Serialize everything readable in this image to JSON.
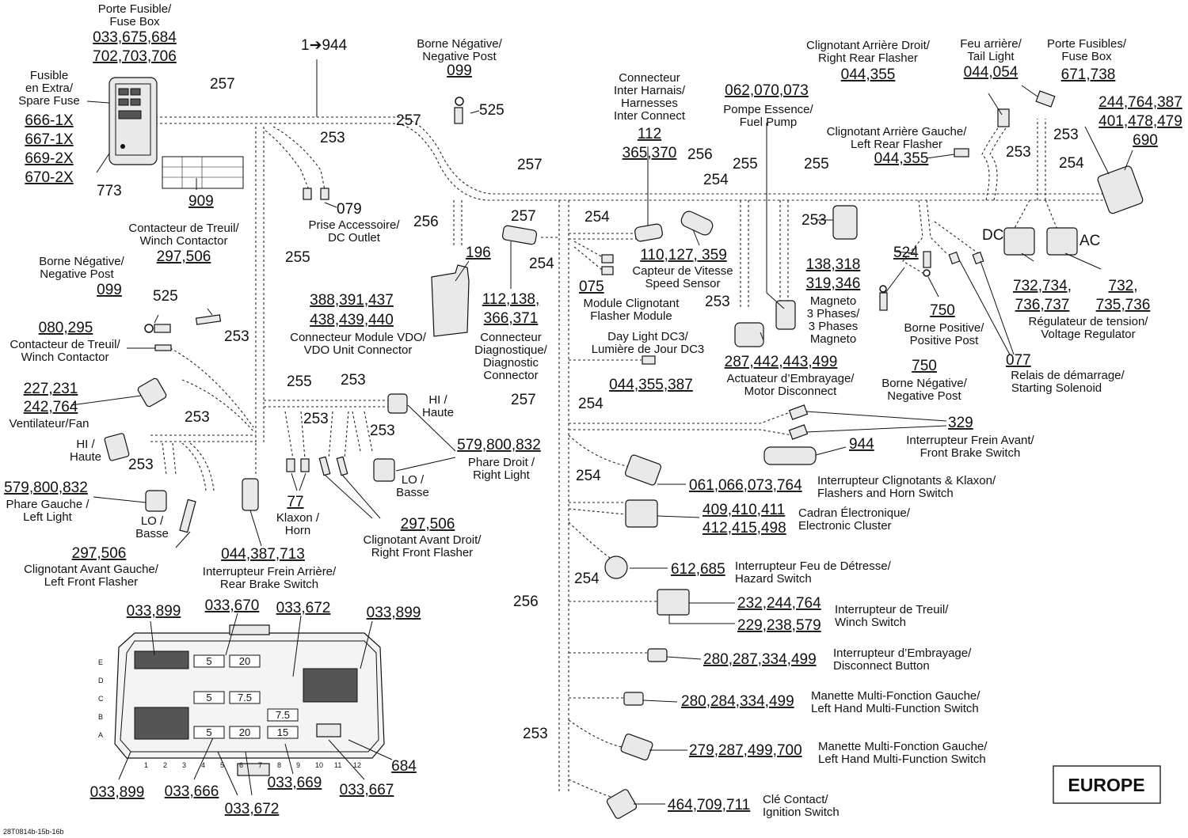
{
  "drawing_id": "28T0814b-15b-16b",
  "region": "EUROPE",
  "harness": {
    "main": "257",
    "range": "1➔944"
  },
  "fuse_box": {
    "label1": "Porte Fusible/",
    "label2": "Fuse Box",
    "num1": "033,675,684",
    "num2": "702,703,706"
  },
  "spare_fuse": {
    "label1": "Fusible",
    "label2": "en Extra/",
    "label3": "Spare Fuse",
    "n1": "666-1X",
    "n2": "667-1X",
    "n3": "669-2X",
    "n4": "670-2X"
  },
  "misc": {
    "n773": "773",
    "n909": "909",
    "n079": "079",
    "n525": "525",
    "n525b": "525",
    "n253": "253",
    "n255": "255",
    "n256": "256",
    "n254": "254",
    "n196": "196",
    "n075": "075",
    "n077": "077",
    "n329": "329",
    "n944": "944",
    "n684": "684",
    "n690": "690",
    "n524": "524",
    "n750": "750",
    "n77": "77"
  },
  "neg_post_top": {
    "l1": "Borne Négative/",
    "l2": "Negative Post",
    "num": "099"
  },
  "dc_outlet": {
    "l1": "Prise Accessoire/",
    "l2": "DC Outlet"
  },
  "winch_contactor_top": {
    "l1": "Contacteur de Treuil/",
    "l2": "Winch Contactor",
    "num": "297,506"
  },
  "neg_post_left": {
    "l1": "Borne Négative/",
    "l2": "Negative Post",
    "num": "099"
  },
  "winch_contactor_left": {
    "num": "080,295",
    "l1": "Contacteur de Treuil/",
    "l2": "Winch Contactor"
  },
  "fan": {
    "n1": "227,231",
    "n2": "242,764",
    "l": "Ventilateur/Fan"
  },
  "headlight_left": {
    "hi1": "HI /",
    "hi2": "Haute",
    "num": "579,800,832",
    "l1": "Phare Gauche /",
    "l2": "Left Light",
    "lo1": "LO /",
    "lo2": "Basse"
  },
  "flasher_left": {
    "num": "297,506",
    "l1": "Clignotant Avant Gauche/",
    "l2": "Left Front Flasher"
  },
  "rear_brake": {
    "num": "044,387,713",
    "l1": "Interrupteur Frein Arrière/",
    "l2": "Rear Brake Switch"
  },
  "horn": {
    "l1": "Klaxon /",
    "l2": "Horn"
  },
  "flasher_right": {
    "num": "297,506",
    "l1": "Clignotant Avant Droit/",
    "l2": "Right Front Flasher"
  },
  "headlight_right": {
    "hi1": "HI /",
    "hi2": "Haute",
    "num": "579,800,832",
    "l1": "Phare Droit /",
    "l2": "Right Light",
    "lo1": "LO /",
    "lo2": "Basse"
  },
  "vdo": {
    "n1": "388,391,437",
    "n2": "438,439,440",
    "l1": "Connecteur Module VDO/",
    "l2": "VDO Unit Connector"
  },
  "diag": {
    "n1": "112,138,",
    "n2": "366,371",
    "l1": "Connecteur",
    "l2": "Diagnostique/",
    "l3": "Diagnostic",
    "l4": "Connector"
  },
  "inter_harness": {
    "l1": "Connecteur",
    "l2": "Inter Harnais/",
    "l3": "Harnesses",
    "l4": "Inter Connect",
    "n1": "112",
    "n2": "365,370"
  },
  "fuel_pump": {
    "num": "062,070,073",
    "l1": "Pompe Essence/",
    "l2": "Fuel Pump"
  },
  "speed_sensor": {
    "num": "110,127, 359",
    "l1": "Capteur de Vitesse",
    "l2": "Speed Sensor"
  },
  "flasher_module": {
    "l1": "Module Clignotant",
    "l2": "Flasher Module"
  },
  "daylight": {
    "l1": "Day Light DC3/",
    "l2": "Lumière de Jour DC3",
    "num": "044,355,387"
  },
  "motor_disconnect": {
    "num": "287,442,443,499",
    "l1": "Actuateur d’Embrayage/",
    "l2": "Motor Disconnect"
  },
  "magneto": {
    "n1": "138,318",
    "n2": "319,346",
    "l1": "Magneto",
    "l2": "3 Phases/",
    "l3": "3 Phases",
    "l4": "Magneto"
  },
  "rear_right_flasher": {
    "l1": "Clignotant Arrière Droit/",
    "l2": "Right Rear Flasher",
    "num": "044,355"
  },
  "tail_light": {
    "l1": "Feu arrière/",
    "l2": "Tail Light",
    "num": "044,054"
  },
  "fuse_box_right": {
    "l1": "Porte Fusibles/",
    "l2": "Fuse Box",
    "num": "671,738"
  },
  "rear_left_flasher": {
    "l1": "Clignotant Arrière Gauche/",
    "l2": "Left Rear Flasher",
    "num": "044,355"
  },
  "right_cluster": {
    "n1": "244,764,387",
    "n2": "401,478,479"
  },
  "regulator": {
    "dc": "DC",
    "ac": "AC",
    "n1": "732,734,",
    "n2": "736,737",
    "n3": "732,",
    "n4": "735,736",
    "l1": "Régulateur de tension/",
    "l2": "Voltage Regulator"
  },
  "pos_post": {
    "l1": "Borne Positive/",
    "l2": "Positive Post"
  },
  "neg_post_right": {
    "l1": "Borne Négative/",
    "l2": "Negative Post"
  },
  "solenoid": {
    "l1": "Relais de démarrage/",
    "l2": "Starting Solenoid"
  },
  "front_brake": {
    "l1": "Interrupteur Frein Avant/",
    "l2": "Front Brake Switch"
  },
  "flashers_horn": {
    "num": "061,066,073,764",
    "l1": "Interrupteur Clignotants & Klaxon/",
    "l2": "Flashers and Horn Switch"
  },
  "cluster": {
    "n1": "409,410,411",
    "n2": "412,415,498",
    "l1": "Cadran Électronique/",
    "l2": "Electronic Cluster"
  },
  "hazard": {
    "num": "612,685",
    "l1": "Interrupteur Feu de Détresse/",
    "l2": "Hazard Switch"
  },
  "winch_switch": {
    "n1": "232,244,764",
    "n2": "229,238,579",
    "l1": "Interrupteur de Treuil/",
    "l2": "Winch Switch"
  },
  "disconnect_button": {
    "num": "280,287,334,499",
    "l1": "Interrupteur d’Embrayage/",
    "l2": "Disconnect Button"
  },
  "lh_switch1": {
    "num": "280,284,334,499",
    "l1": "Manette Multi-Fonction Gauche/",
    "l2": "Left Hand Multi-Function Switch"
  },
  "lh_switch2": {
    "num": "279,287,499,700",
    "l1": "Manette Multi-Fonction Gauche/",
    "l2": "Left Hand Multi-Function Switch"
  },
  "ignition": {
    "num": "464,709,711",
    "l1": "Clé Contact/",
    "l2": "Ignition Switch"
  },
  "fusebox_detail": {
    "tl": "033,899",
    "t2": "033,670",
    "t3": "033,672",
    "tr": "033,899",
    "bl": "033,899",
    "b2": "033,666",
    "b3": "033,669",
    "b4": "033,667",
    "b5": "033,672",
    "rows": [
      "E",
      "D",
      "C",
      "B",
      "A"
    ],
    "cols": [
      "1",
      "2",
      "3",
      "4",
      "5",
      "6",
      "7",
      "8",
      "9",
      "10",
      "11",
      "12"
    ],
    "fuses": [
      "5",
      "20",
      "5",
      "7.5",
      "7.5",
      "20",
      "5",
      "15"
    ]
  }
}
